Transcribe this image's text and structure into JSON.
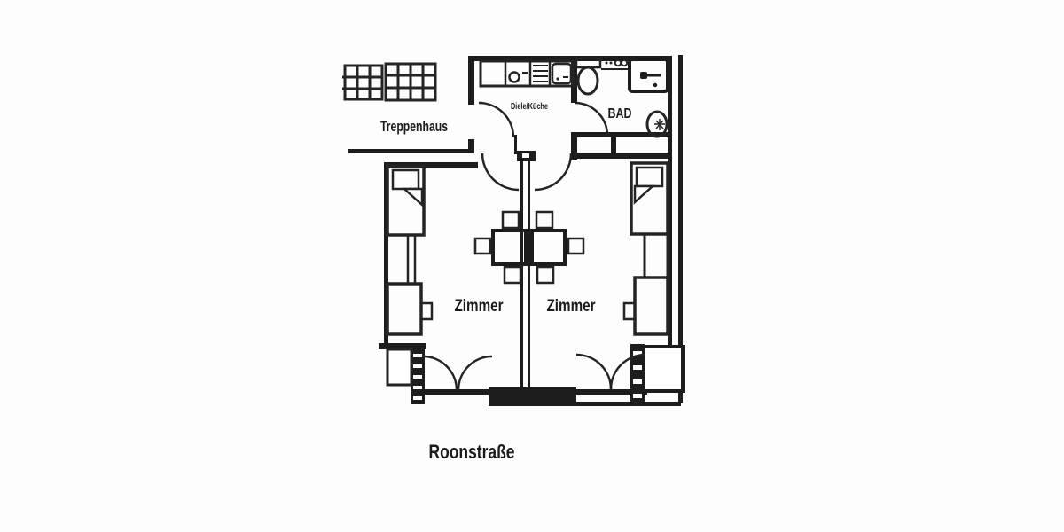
{
  "page": {
    "background": "#ffffff",
    "ink_color": "#1d1d1d"
  },
  "floorplan": {
    "kind": "apartment floor plan",
    "labels": {
      "staircase": "Treppenhaus",
      "hall_kitchen": "Diele/Küche",
      "bathroom": "BAD",
      "left_room": "Zimmer",
      "right_room": "Zimmer",
      "street": "Roonstraße"
    }
  }
}
